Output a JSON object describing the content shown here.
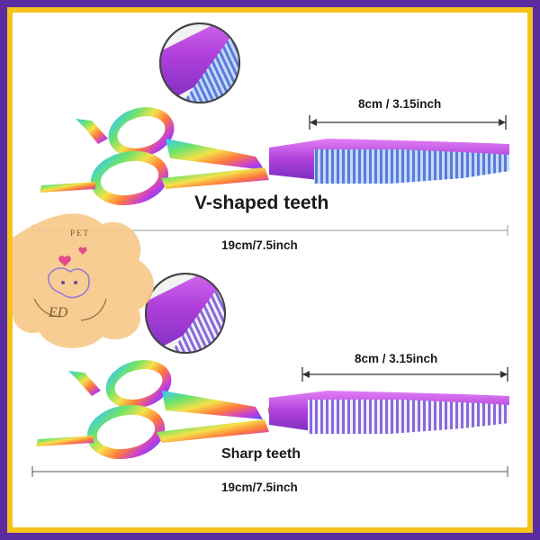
{
  "product": {
    "top": {
      "teeth_label": "V-shaped teeth",
      "blade_length": "8cm / 3.15inch",
      "total_length": "19cm/7.5inch"
    },
    "bottom": {
      "teeth_label": "Sharp teeth",
      "blade_length": "8cm / 3.15inch",
      "total_length": "19cm/7.5inch"
    }
  },
  "logo": {
    "top_text": "PET",
    "monogram": "ED"
  },
  "colors": {
    "outer_border": "#5b2ca0",
    "inner_border": "#f6c21c",
    "logo_blob": "#f7c98a",
    "blade": "#c24be0"
  },
  "icons": [
    "scissors-image",
    "zoom-detail-circle",
    "pet-logo"
  ]
}
